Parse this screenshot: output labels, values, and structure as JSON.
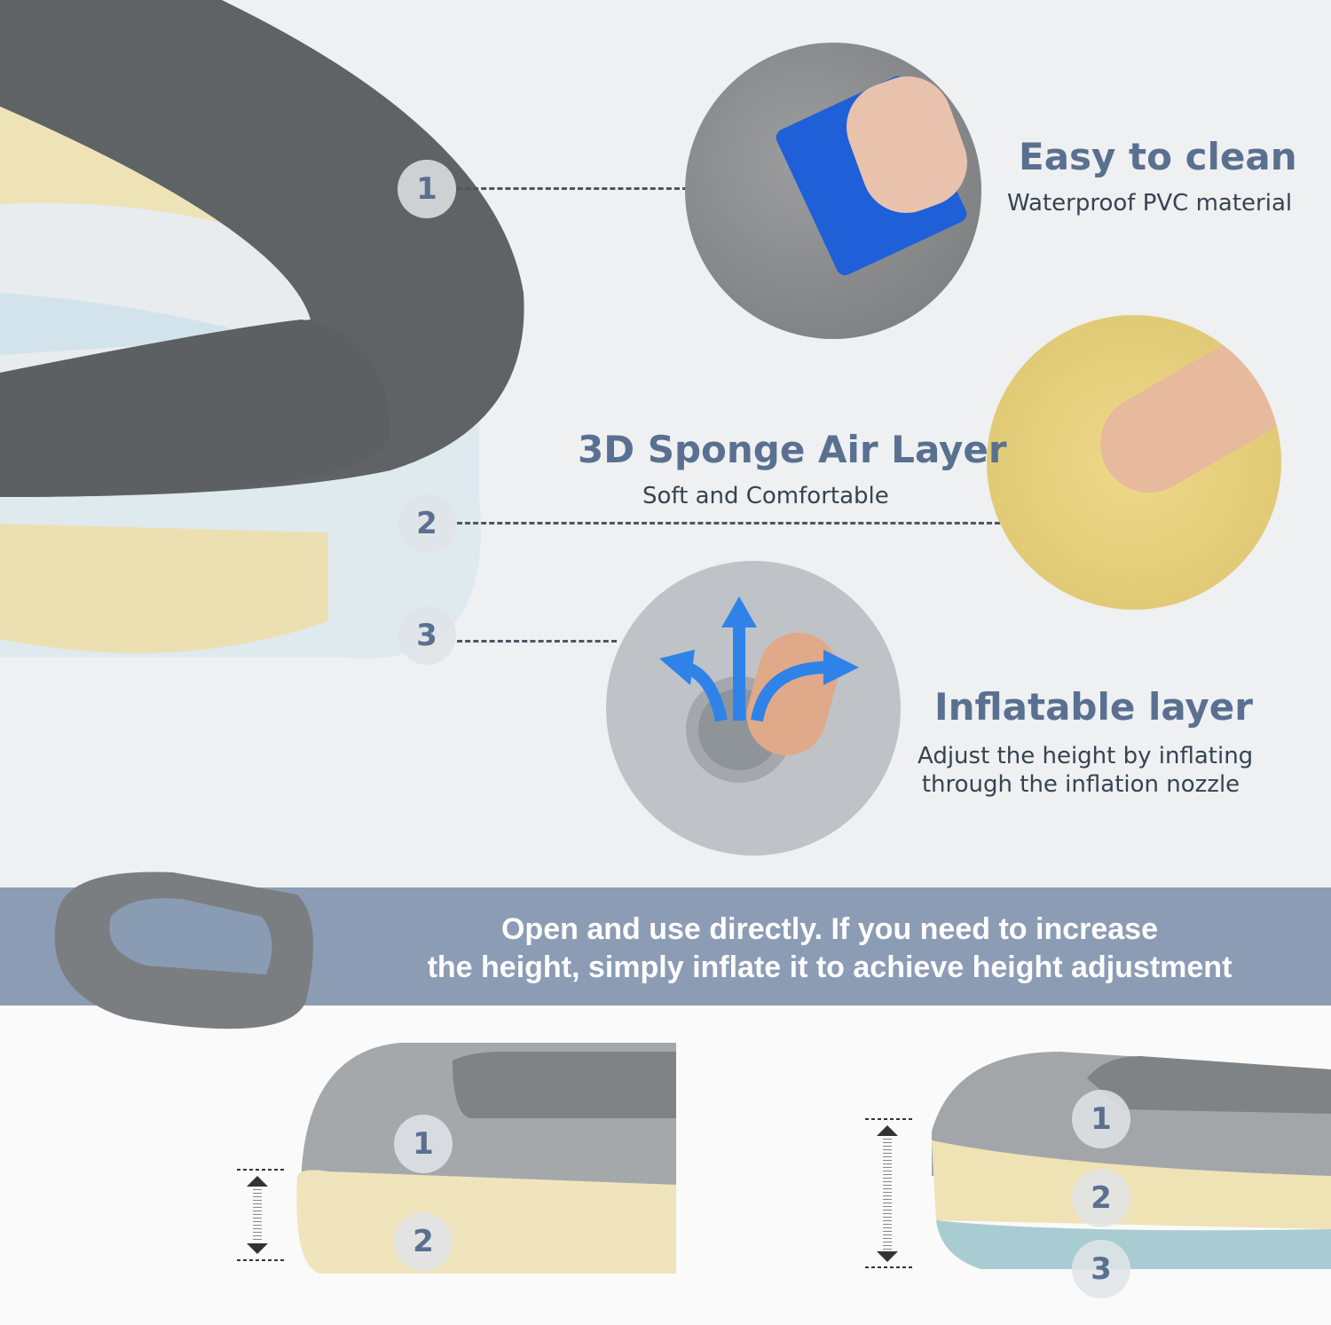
{
  "features": [
    {
      "number": "1",
      "title": "Easy to clean",
      "subtitle": "Waterproof PVC material"
    },
    {
      "number": "2",
      "title": "3D Sponge Air Layer",
      "subtitle": "Soft and Comfortable"
    },
    {
      "number": "3",
      "title": "Inflatable layer",
      "subtitle_line1": "Adjust the height by inflating",
      "subtitle_line2": "through the inflation nozzle"
    }
  ],
  "banner": {
    "line1": "Open and use directly. If you need to increase",
    "line2": "the height, simply inflate it to achieve height adjustment"
  },
  "comparison": {
    "left_labels": [
      "1",
      "2"
    ],
    "right_labels": [
      "1",
      "2",
      "3"
    ]
  },
  "colors": {
    "title": "#5a7090",
    "banner": "#8c9cb5",
    "cushion_gray": "#5f6366",
    "sponge": "#efe3b4",
    "air": "#cfe4ee"
  }
}
